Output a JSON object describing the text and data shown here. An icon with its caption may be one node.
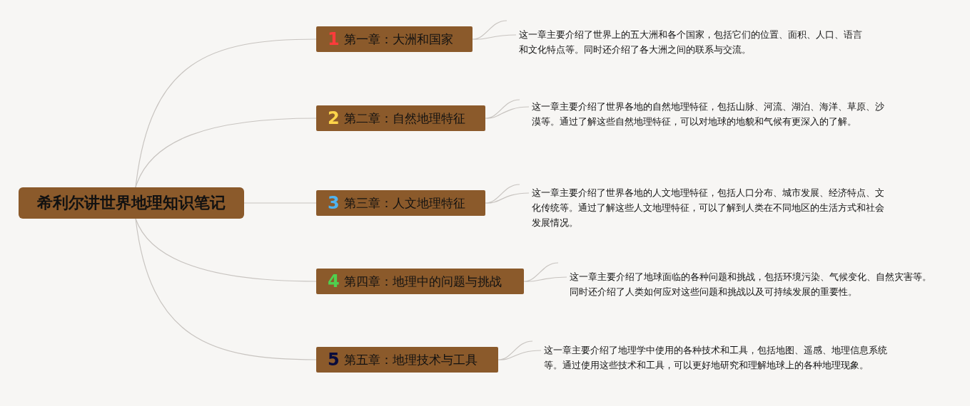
{
  "diagram": {
    "nodes": [
      {
        "text": [
          "希利尔讲世界地理知识笔记"
        ]
      },
      {
        "text": [
          "1",
          "第一章：大洲和国家"
        ]
      },
      {
        "text": [
          "2",
          "第二章：自然地理特征"
        ]
      },
      {
        "text": [
          "3",
          "第三章：人文地理特征"
        ]
      },
      {
        "text": [
          "4",
          "第四章：地理中的问题与挑战"
        ]
      },
      {
        "text": [
          "5",
          "第五章：地理技术与工具"
        ]
      },
      {
        "text": [
          "这一章主要介绍了世界上的五大洲和各个国家，包括它们的位置、面积、人口、语言和文化特点等。同时还介绍了各大洲之间的联系与交流。"
        ]
      },
      {
        "text": [
          "这一章主要介绍了世界各地的自然地理特征，包括山脉、河流、湖泊、海洋、草原、沙漠等。通过了解这些自然地理特征，可以对地球的地貌和气候有更深入的了解。"
        ]
      },
      {
        "text": [
          "这一章主要介绍了世界各地的人文地理特征，包括人口分布、城市发展、经济特点、文化传统等。通过了解这些人文地理特征，可以了解到人类在不同地区的生活方式和社会发展情况。"
        ]
      },
      {
        "text": [
          "这一章主要介绍了地球面临的各种问题和挑战，包括环境污染、气候变化、自然灾害等。同时还介绍了人类如何应对这些问题和挑战以及可持续发展的重要性。"
        ]
      },
      {
        "text": [
          "这一章主要介绍了地理学中使用的各种技术和工具，包括地图、遥感、地理信息系统等。通过使用这些技术和工具，可以更好地研究和理解地球上的各种地理现象。"
        ]
      }
    ],
    "edges": [
      {
        "from": 0,
        "to": 1,
        "arrow": "none"
      },
      {
        "from": 0,
        "to": 2,
        "arrow": "none"
      },
      {
        "from": 0,
        "to": 3,
        "arrow": "none"
      },
      {
        "from": 0,
        "to": 4,
        "arrow": "none"
      },
      {
        "from": 0,
        "to": 5,
        "arrow": "none"
      },
      {
        "from": 1,
        "to": 6,
        "arrow": "none"
      },
      {
        "from": 2,
        "to": 7,
        "arrow": "none"
      },
      {
        "from": 3,
        "to": 8,
        "arrow": "none"
      },
      {
        "from": 4,
        "to": 9,
        "arrow": "none"
      },
      {
        "from": 5,
        "to": 10,
        "arrow": "none"
      }
    ]
  }
}
